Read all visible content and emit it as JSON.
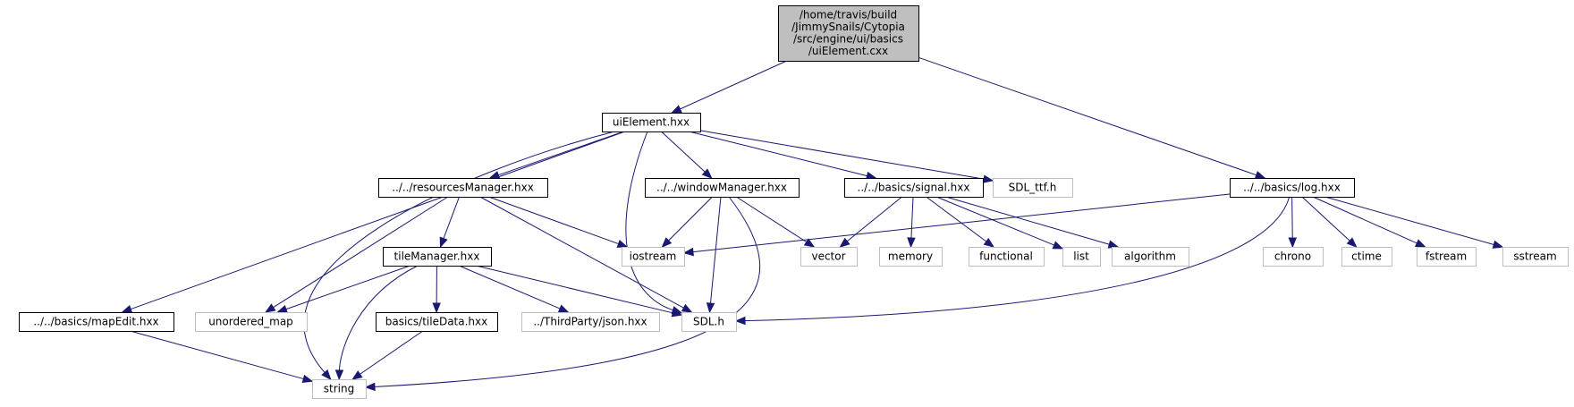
{
  "diagram": {
    "type": "include-dependency-graph",
    "colors": {
      "edge": "#191970",
      "root_fill": "#bfbfbf",
      "internal_border": "#000000",
      "external_border": "#bfbfbf"
    },
    "nodes": [
      {
        "id": "root",
        "kind": "root",
        "lines": [
          "/home/travis/build",
          "/JimmySnails/Cytopia",
          "/src/engine/ui/basics",
          "/uiElement.cxx"
        ]
      },
      {
        "id": "uiElement",
        "kind": "internal",
        "lines": [
          "uiElement.hxx"
        ]
      },
      {
        "id": "log",
        "kind": "internal",
        "lines": [
          "../../basics/log.hxx"
        ]
      },
      {
        "id": "resourcesManager",
        "kind": "internal",
        "lines": [
          "../../resourcesManager.hxx"
        ]
      },
      {
        "id": "windowManager",
        "kind": "internal",
        "lines": [
          "../../windowManager.hxx"
        ]
      },
      {
        "id": "signal",
        "kind": "internal",
        "lines": [
          "../../basics/signal.hxx"
        ]
      },
      {
        "id": "sdl_ttf",
        "kind": "external",
        "lines": [
          "SDL_ttf.h"
        ]
      },
      {
        "id": "tileManager",
        "kind": "internal",
        "lines": [
          "tileManager.hxx"
        ]
      },
      {
        "id": "mapEdit",
        "kind": "internal",
        "lines": [
          "../../basics/mapEdit.hxx"
        ]
      },
      {
        "id": "tileData",
        "kind": "internal",
        "lines": [
          "basics/tileData.hxx"
        ]
      },
      {
        "id": "iostream",
        "kind": "external",
        "lines": [
          "iostream"
        ]
      },
      {
        "id": "vector",
        "kind": "external",
        "lines": [
          "vector"
        ]
      },
      {
        "id": "memory",
        "kind": "external",
        "lines": [
          "memory"
        ]
      },
      {
        "id": "functional",
        "kind": "external",
        "lines": [
          "functional"
        ]
      },
      {
        "id": "list",
        "kind": "external",
        "lines": [
          "list"
        ]
      },
      {
        "id": "algorithm",
        "kind": "external",
        "lines": [
          "algorithm"
        ]
      },
      {
        "id": "chrono",
        "kind": "external",
        "lines": [
          "chrono"
        ]
      },
      {
        "id": "ctime",
        "kind": "external",
        "lines": [
          "ctime"
        ]
      },
      {
        "id": "fstream",
        "kind": "external",
        "lines": [
          "fstream"
        ]
      },
      {
        "id": "sstream",
        "kind": "external",
        "lines": [
          "sstream"
        ]
      },
      {
        "id": "unordered_map",
        "kind": "external",
        "lines": [
          "unordered_map"
        ]
      },
      {
        "id": "json",
        "kind": "external",
        "lines": [
          "../ThirdParty/json.hxx"
        ]
      },
      {
        "id": "sdl",
        "kind": "external",
        "lines": [
          "SDL.h"
        ]
      },
      {
        "id": "string",
        "kind": "external",
        "lines": [
          "string"
        ]
      }
    ],
    "edges": [
      {
        "from": "root",
        "to": "uiElement"
      },
      {
        "from": "root",
        "to": "log"
      },
      {
        "from": "uiElement",
        "to": "string"
      },
      {
        "from": "uiElement",
        "to": "mapEdit"
      },
      {
        "from": "uiElement",
        "to": "resourcesManager"
      },
      {
        "from": "uiElement",
        "to": "sdl"
      },
      {
        "from": "uiElement",
        "to": "windowManager"
      },
      {
        "from": "uiElement",
        "to": "signal"
      },
      {
        "from": "uiElement",
        "to": "sdl_ttf"
      },
      {
        "from": "resourcesManager",
        "to": "tileManager"
      },
      {
        "from": "resourcesManager",
        "to": "unordered_map"
      },
      {
        "from": "resourcesManager",
        "to": "iostream"
      },
      {
        "from": "resourcesManager",
        "to": "sdl"
      },
      {
        "from": "tileManager",
        "to": "unordered_map"
      },
      {
        "from": "tileManager",
        "to": "string"
      },
      {
        "from": "tileManager",
        "to": "tileData"
      },
      {
        "from": "tileManager",
        "to": "json"
      },
      {
        "from": "tileManager",
        "to": "sdl"
      },
      {
        "from": "tileData",
        "to": "string"
      },
      {
        "from": "mapEdit",
        "to": "string"
      },
      {
        "from": "windowManager",
        "to": "iostream"
      },
      {
        "from": "windowManager",
        "to": "sdl"
      },
      {
        "from": "windowManager",
        "to": "vector"
      },
      {
        "from": "windowManager",
        "to": "string"
      },
      {
        "from": "signal",
        "to": "vector"
      },
      {
        "from": "signal",
        "to": "memory"
      },
      {
        "from": "signal",
        "to": "functional"
      },
      {
        "from": "signal",
        "to": "list"
      },
      {
        "from": "signal",
        "to": "algorithm"
      },
      {
        "from": "log",
        "to": "iostream"
      },
      {
        "from": "log",
        "to": "sdl"
      },
      {
        "from": "log",
        "to": "chrono"
      },
      {
        "from": "log",
        "to": "ctime"
      },
      {
        "from": "log",
        "to": "fstream"
      },
      {
        "from": "log",
        "to": "sstream"
      }
    ]
  }
}
